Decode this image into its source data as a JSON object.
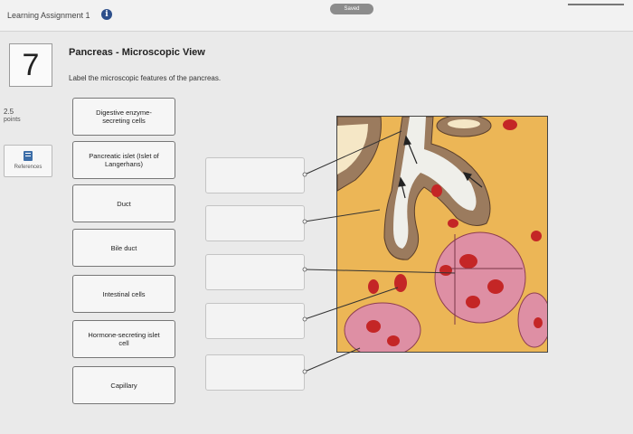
{
  "header": {
    "assignment_title": "Learning Assignment 1",
    "info_icon": "info-circle-icon",
    "saved_label": "Saved"
  },
  "question": {
    "number": "7",
    "points_value": "2.5",
    "points_label": "points",
    "references_label": "References",
    "references_icon": "book-icon",
    "title": "Pancreas - Microscopic View",
    "instructions": "Label the microscopic features of the pancreas."
  },
  "labels": [
    "Digestive enzyme-\nsecreting cells",
    "Pancreatic islet (Islet of\nLangerhans)",
    "Duct",
    "Bile duct",
    "Intestinal cells",
    "Hormone-secreting islet\ncell",
    "Capillary"
  ],
  "drop_zone_count": 5,
  "colors": {
    "tissue_background": "#ecb656",
    "duct_lumen": "#efefea",
    "acinar_cells": "#9b7b5e",
    "islet_cells": "#de8fa4",
    "capillary": "#c42626"
  }
}
